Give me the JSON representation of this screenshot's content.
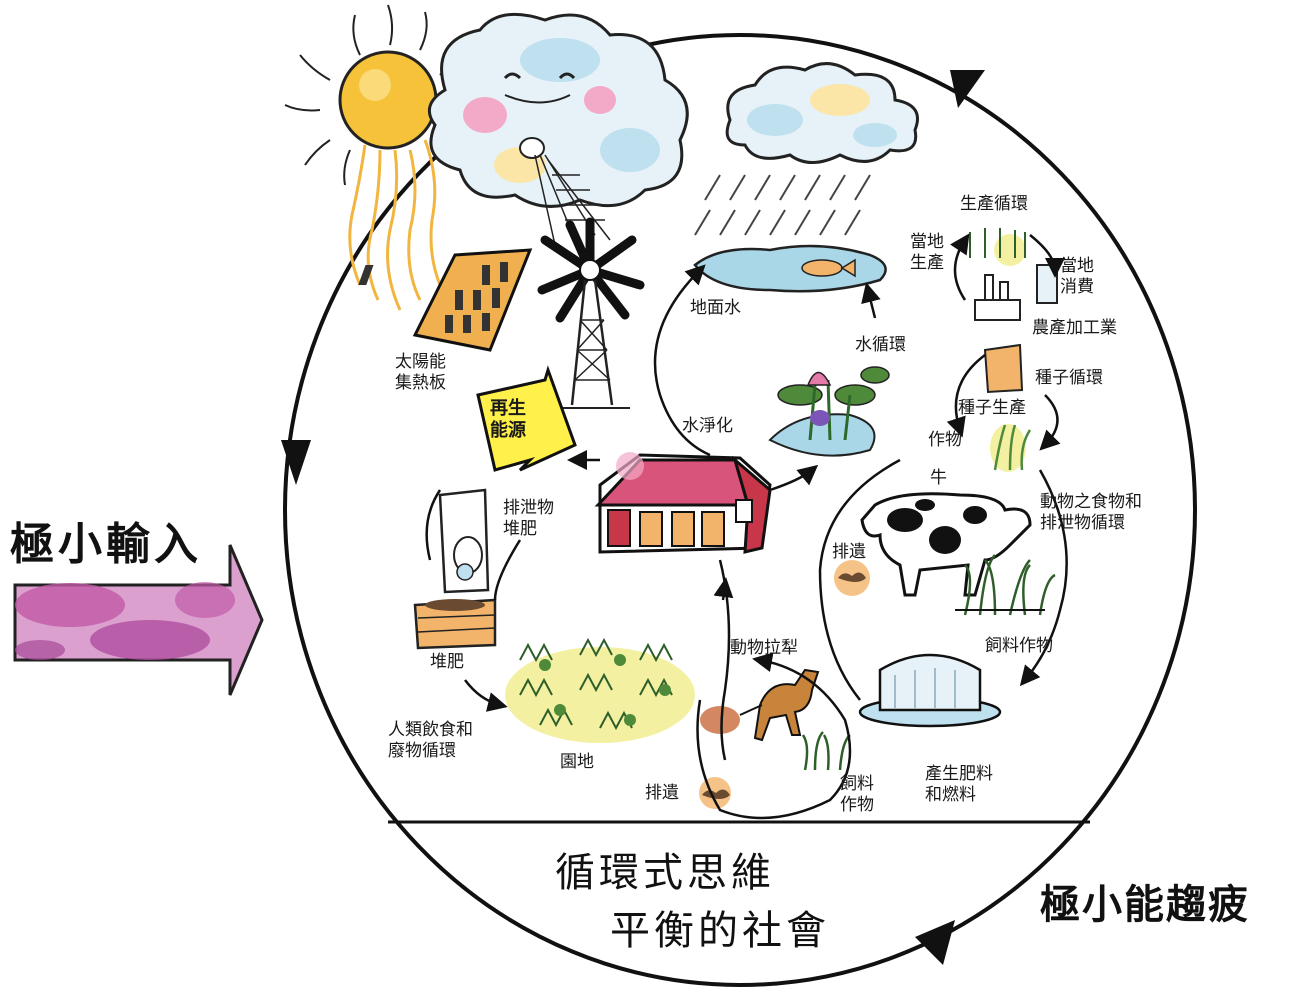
{
  "input_label": "極小輸入",
  "entropy_label": "極小能趨疲",
  "society_line1": "循環式思維",
  "society_line2": "平衡的社會",
  "renewable_label": "再生\n能源",
  "labels": {
    "solar_panel": "太陽能\n集熱板",
    "surface_water": "地面水",
    "water_cycle": "水循環",
    "water_purify": "水淨化",
    "production_cycle": "生產循環",
    "local_production": "當地\n生產",
    "local_consumption": "當地\n消費",
    "agro_industry": "農產加工業",
    "seed_cycle": "種子循環",
    "seed_production": "種子生產",
    "crops": "作物",
    "cow": "牛",
    "animal_cycle": "動物之食物和\n排泄物循環",
    "excrement_right": "排遺",
    "feed_crops": "飼料作物",
    "fertilizer_fuel": "產生肥料\n和燃料",
    "excreta_compost": "排泄物\n堆肥",
    "compost": "堆肥",
    "human_cycle": "人類飲食和\n廢物循環",
    "garden": "園地",
    "animal_plough": "動物拉犁",
    "excrement_bottom": "排遺",
    "feed_crops_bottom": "飼料\n作物"
  },
  "colors": {
    "arrow_pink": "#c25aa8",
    "arrow_light": "#e7a7d6",
    "sun": "#f6c23a",
    "ray": "#f2b640",
    "cloud_blue": "#bfe0ee",
    "cloud_pink": "#f3a9c8",
    "cloud_yellow": "#fbe6a8",
    "barn_red": "#c8364a",
    "barn_roof": "#d9547a",
    "arrow_yellow": "#fff14a",
    "water": "#a9d7e8",
    "green": "#4f8a3a",
    "field_yellow": "#f0ee8a",
    "orange": "#f2b46a",
    "purple": "#7b55b8"
  },
  "icons": [
    "sun-icon",
    "cloud-icon",
    "windmill-icon",
    "solar-panel-icon",
    "barn-icon",
    "cow-icon",
    "lotus-icon",
    "fish-icon",
    "factory-icon",
    "biogas-tank-icon",
    "compost-bin-icon",
    "horse-plough-icon",
    "wheat-icon",
    "rain-icon"
  ]
}
